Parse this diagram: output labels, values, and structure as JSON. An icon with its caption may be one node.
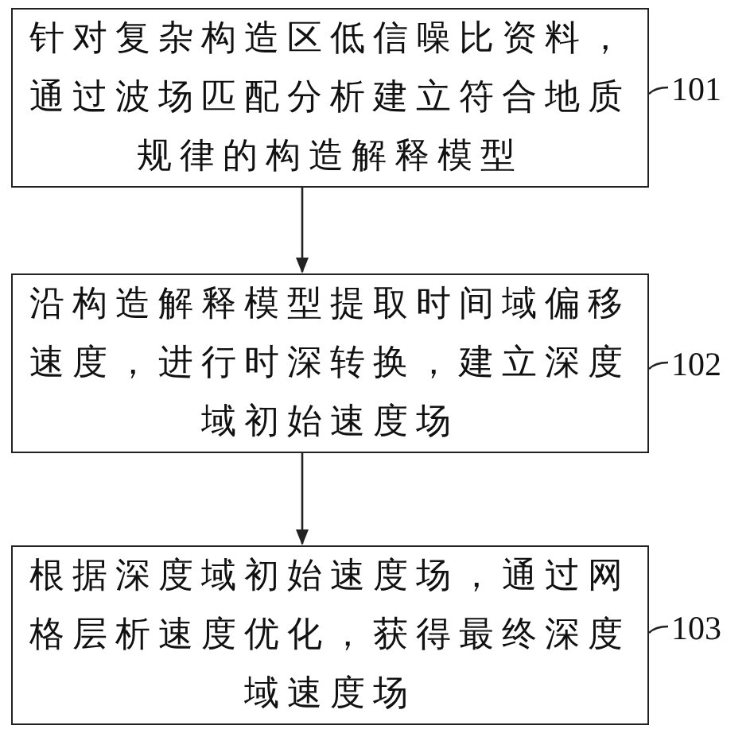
{
  "diagram": {
    "nodes": [
      {
        "text": [
          "针对复杂构造区低信噪比资料，通过波场匹配分析建立符合地质规律的构造解释模型"
        ]
      },
      {
        "text": [
          "沿构造解释模型提取时间域偏移速度，进行时深转换，建立深度域初始速度场"
        ]
      },
      {
        "text": [
          "根据深度域初始速度场，通过网格层析速度优化，获得最终深度域速度场"
        ]
      },
      {
        "text": [
          "101"
        ]
      },
      {
        "text": [
          "102"
        ]
      },
      {
        "text": [
          "103"
        ]
      }
    ],
    "edges": [
      {
        "from": 0,
        "to": 1,
        "arrow": "to"
      },
      {
        "from": 1,
        "to": 2,
        "arrow": "to"
      },
      {
        "from": 3,
        "to": 0,
        "arrow": "none"
      },
      {
        "from": 4,
        "to": 1,
        "arrow": "none"
      },
      {
        "from": 5,
        "to": 2,
        "arrow": "none"
      }
    ]
  }
}
